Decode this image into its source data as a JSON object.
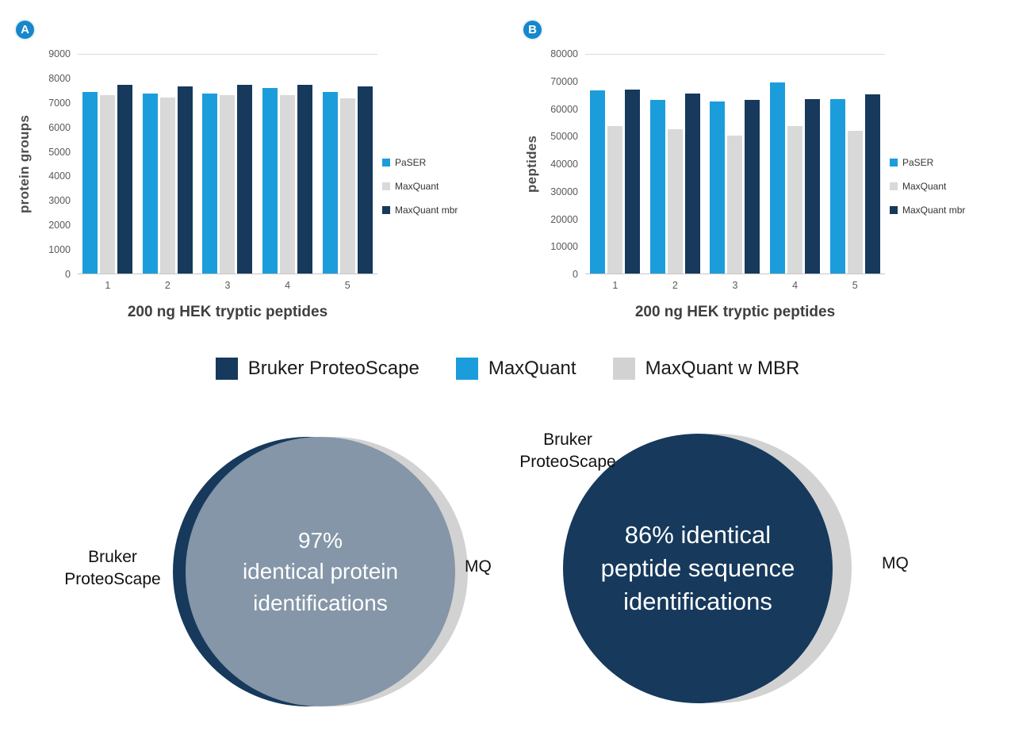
{
  "badges": {
    "a": "A",
    "b": "B"
  },
  "chart_data": [
    {
      "id": "chartA",
      "type": "bar",
      "title": "",
      "ylabel": "protein groups",
      "xlabel": "200 ng HEK tryptic peptides",
      "ylim": [
        0,
        9000
      ],
      "ytick_step": 1000,
      "grid": "top-line-only",
      "legend_position": "right",
      "categories": [
        "1",
        "2",
        "3",
        "4",
        "5"
      ],
      "series": [
        {
          "name": "PaSER",
          "color": "#1b9ddb",
          "values": [
            7400,
            7350,
            7350,
            7560,
            7400
          ]
        },
        {
          "name": "MaxQuant",
          "color": "#d9d9d9",
          "values": [
            7300,
            7200,
            7300,
            7300,
            7150
          ]
        },
        {
          "name": "MaxQuant mbr",
          "color": "#16395c",
          "values": [
            7710,
            7650,
            7700,
            7690,
            7650
          ]
        }
      ]
    },
    {
      "id": "chartB",
      "type": "bar",
      "title": "",
      "ylabel": "peptides",
      "xlabel": "200 ng HEK tryptic peptides",
      "ylim": [
        0,
        80000
      ],
      "ytick_step": 10000,
      "grid": "top-line-only",
      "legend_position": "right",
      "categories": [
        "1",
        "2",
        "3",
        "4",
        "5"
      ],
      "series": [
        {
          "name": "PaSER",
          "color": "#1b9ddb",
          "values": [
            66500,
            63000,
            62500,
            69400,
            63400
          ]
        },
        {
          "name": "MaxQuant",
          "color": "#d9d9d9",
          "values": [
            53500,
            52400,
            50000,
            53500,
            51800
          ]
        },
        {
          "name": "MaxQuant mbr",
          "color": "#16395c",
          "values": [
            66900,
            65400,
            63100,
            63400,
            64900
          ]
        }
      ]
    }
  ],
  "main_legend": {
    "items": [
      {
        "label": "Bruker ProteoScape",
        "color": "#16395c"
      },
      {
        "label": "MaxQuant",
        "color": "#1b9ddb"
      },
      {
        "label": "MaxQuant w MBR",
        "color": "#d2d2d2"
      }
    ]
  },
  "venn_left": {
    "outer_label": "Bruker\nProteoScape",
    "right_label": "MQ",
    "center_text": "97%\nidentical protein\nidentifications",
    "colors": {
      "back_left": "#16395c",
      "back_right": "#d2d2d2",
      "front": "#8496a7"
    }
  },
  "venn_right": {
    "outer_label": "Bruker\nProteoScape",
    "right_label": "MQ",
    "center_text": "86% identical\npeptide sequence\nidentifications",
    "colors": {
      "back_right": "#d2d2d2",
      "front": "#16395c"
    }
  }
}
